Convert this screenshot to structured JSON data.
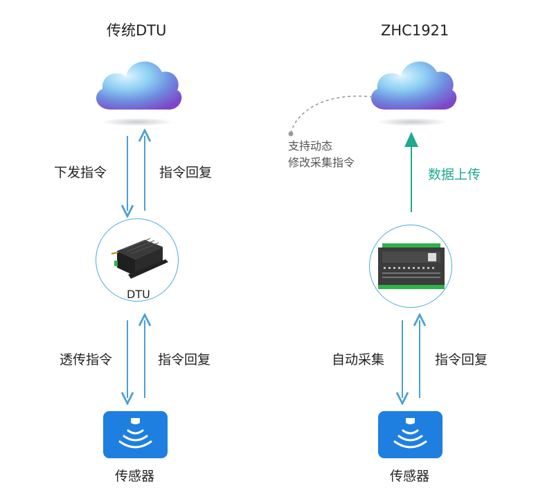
{
  "left": {
    "title": "传统DTU",
    "arrow_down_1_label": "下发指令",
    "arrow_up_1_label": "指令回复",
    "device_label": "DTU",
    "arrow_down_2_label": "透传指令",
    "arrow_up_2_label": "指令回复",
    "sensor_label": "传感器"
  },
  "right": {
    "title": "ZHC1921",
    "note_line_1": "支持动态",
    "note_line_2": "修改采集指令",
    "upload_label": "数据上传",
    "arrow_down_label": "自动采集",
    "arrow_up_label": "指令回复",
    "sensor_label": "传感器"
  },
  "colors": {
    "arrow_blue": "#4a9fd8",
    "arrow_green": "#1fa98f",
    "sensor_blue": "#1e7fe0",
    "device_ring": "#4aa9df"
  },
  "icons": {
    "cloud": "cloud-icon",
    "sensor": "sensor-wave-icon",
    "dtu": "dtu-device-icon",
    "zhc1921": "io-module-device-icon"
  }
}
